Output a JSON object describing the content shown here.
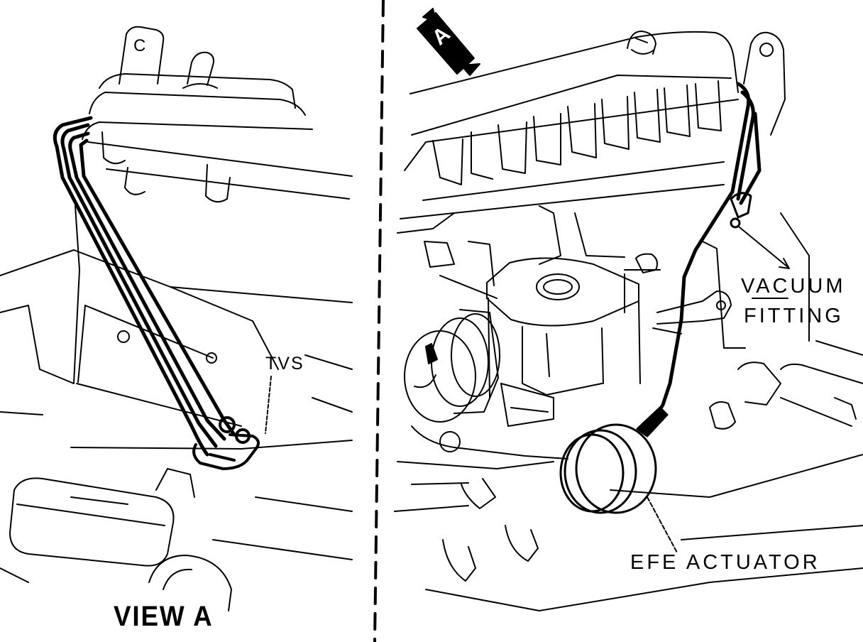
{
  "labels": {
    "tvs": "TVS",
    "vacuum_fitting_line1": "VACUUM",
    "vacuum_fitting_line2": "FITTING",
    "efe_actuator": "EFE ACTUATOR",
    "view_a": "VIEW A",
    "view_badge_letter": "A",
    "bracket_letter": "C"
  },
  "colors": {
    "line": "#000000",
    "background": "#ffffff"
  },
  "icons": {
    "view-indicator": "view-direction-arrow-icon"
  }
}
